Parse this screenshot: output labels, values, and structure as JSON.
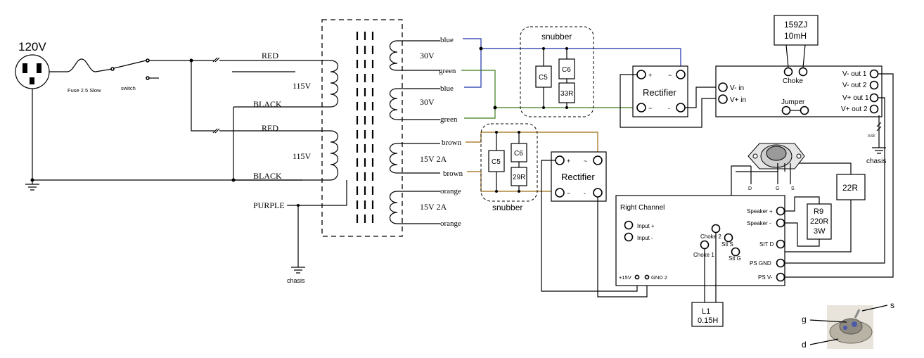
{
  "mains": {
    "voltage": "120V",
    "fuse": "Fuse 2.5 Slow",
    "switch": "switch"
  },
  "primary": {
    "red1": "RED",
    "black1": "BLACK",
    "v1": "115V",
    "red2": "RED",
    "black2": "BLACK",
    "v2": "115V",
    "purple": "PURPLE"
  },
  "secondary": {
    "blue1": "blue",
    "green1": "green",
    "blue2": "blue",
    "green2": "green",
    "v30a": "30V",
    "v30b": "30V",
    "brown1": "brown",
    "brown2": "brown",
    "orange1": "orange",
    "orange2": "orange",
    "v15a": "15V 2A",
    "v15b": "15V 2A"
  },
  "snubber_top": {
    "title": "snubber",
    "c5": "C5",
    "c6": "C6",
    "r": "33R"
  },
  "snubber_bottom": {
    "title": "snubber",
    "c5": "C5",
    "c6": "C6",
    "r": "29R"
  },
  "rectifier_top": {
    "title": "Rectifier",
    "plus": "+",
    "ac": "~",
    "ac2": "~",
    "minus": "-"
  },
  "rectifier_bottom": {
    "title": "Rectifier",
    "plus": "+",
    "ac": "~",
    "ac2": "~",
    "minus": "-"
  },
  "choke_box": {
    "component_line1": "159ZJ",
    "component_line2": "10mH",
    "v_in_minus": "V- in",
    "v_in_plus": "V+ in",
    "choke": "Choke",
    "jumper": "Jumper",
    "v_out_minus1": "V- out 1",
    "v_out_minus2": "V- out 2",
    "v_out_plus1": "V+ out 1",
    "v_out_plus2": "V+ out 2"
  },
  "chassis_right": "chasis",
  "chassis_bottom": "chasis",
  "resistor_22r": "22R",
  "r9": {
    "line1": "R9",
    "line2": "220R",
    "line3": "3W"
  },
  "transistor": {
    "d": "D",
    "g": "G",
    "s": "S"
  },
  "right_channel": {
    "title": "Right Channel",
    "input_plus": "Input +",
    "input_minus": "Input -",
    "choke2": "Choke 2",
    "choke1": "Choke 1",
    "sit_s": "Sit S",
    "sit_g": "Sit G",
    "sit_d": "SIT D",
    "speaker_plus": "Speaker +",
    "speaker_minus": "Speaker -",
    "ps_gnd": "PS GND",
    "ps_v_minus": "PS V-",
    "plus15v": "+15V",
    "gnd2": "GND 2"
  },
  "l1": {
    "line1": "L1",
    "line2": "0.15H"
  },
  "photo_labels": {
    "s": "s",
    "g": "g",
    "d": "d"
  },
  "colors": {
    "blue": "#1c2fa8",
    "green": "#3a7a1a",
    "brown": "#9a6a10"
  }
}
